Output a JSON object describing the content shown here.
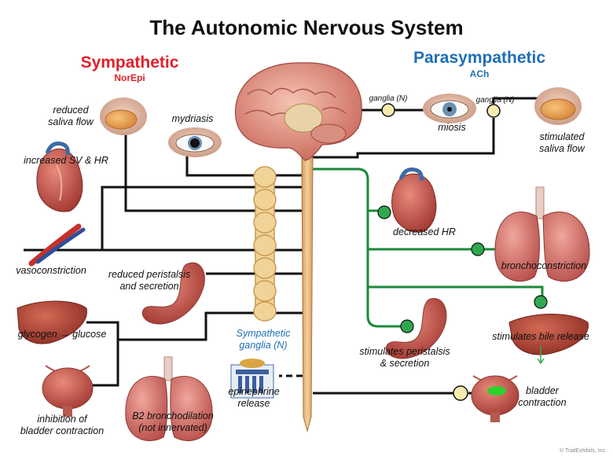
{
  "title": "The Autonomic Nervous System",
  "sympathetic": {
    "heading": "Sympathetic",
    "neurotransmitter": "NorEpi"
  },
  "parasympathetic": {
    "heading": "Parasympathetic",
    "neurotransmitter": "ACh"
  },
  "sympathetic_labels": {
    "saliva_line1": "reduced",
    "saliva_line2": "saliva flow",
    "mydriasis": "mydriasis",
    "heart": "increased SV & HR",
    "vaso": "vasoconstriction",
    "peristalsis_line1": "reduced peristalsis",
    "peristalsis_line2": "and secretion",
    "glycogen": "glycogen → glucose",
    "bladder_line1": "inhibition of",
    "bladder_line2": "bladder contraction",
    "lungs_line1": "B2 bronchodilation",
    "lungs_line2": "(not innervated)",
    "ganglia_line1": "Sympathetic",
    "ganglia_line2": "ganglia (N)",
    "adrenal_line1": "epinephrine",
    "adrenal_line2": "release"
  },
  "parasympathetic_labels": {
    "ganglia_eye": "ganglia (N)",
    "ganglia_saliva": "ganglia (N)",
    "miosis": "miosis",
    "saliva_line1": "stimulated",
    "saliva_line2": "saliva flow",
    "heart": "decreased HR",
    "lungs": "bronchoconstriction",
    "bile": "stimulates bile release",
    "peristalsis_line1": "stimulates peristalsis",
    "peristalsis_line2": "& secretion",
    "bladder_line1": "bladder",
    "bladder_line2": "contraction"
  },
  "colors": {
    "sympathetic": "#e0202a",
    "parasympathetic": "#1f6fb5",
    "nerve_line": "#111111",
    "para_green_line": "#1a8a3a",
    "ganglion_fill": "#f7ecb0",
    "spinal_cord": "#e8b87a",
    "brain": "#e9a08c",
    "organ_red": "#c9504a",
    "liver": "#b4473a"
  },
  "icons": [
    "brain-icon",
    "eye-icon",
    "heart-icon",
    "lungs-icon",
    "stomach-icon",
    "liver-icon",
    "bladder-icon",
    "salivary-gland-icon",
    "blood-vessel-icon",
    "adrenal-gland-icon"
  ],
  "logo_text": "© TrialExhibits, Inc."
}
